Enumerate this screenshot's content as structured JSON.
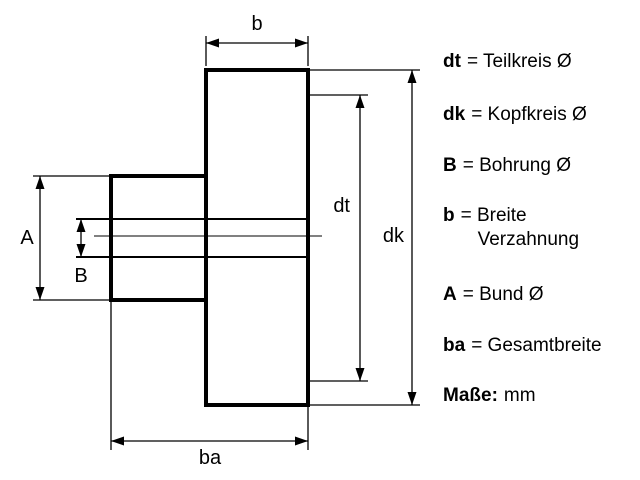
{
  "diagram": {
    "labels": {
      "b": "b",
      "dt": "dt",
      "dk": "dk",
      "A": "A",
      "B": "B",
      "ba": "ba"
    }
  },
  "legend": {
    "items": [
      {
        "symbol": "dt",
        "desc": "= Teilkreis Ø",
        "desc2": ""
      },
      {
        "symbol": "dk",
        "desc": "= Kopfkreis Ø",
        "desc2": ""
      },
      {
        "symbol": "B",
        "desc": "= Bohrung Ø",
        "desc2": ""
      },
      {
        "symbol": "b",
        "desc": "= Breite",
        "desc2": "Verzahnung"
      },
      {
        "symbol": "A",
        "desc": "= Bund Ø",
        "desc2": ""
      },
      {
        "symbol": "ba",
        "desc": "= Gesamtbreite",
        "desc2": ""
      }
    ],
    "units_symbol": "Maße:",
    "units_value": "mm"
  }
}
